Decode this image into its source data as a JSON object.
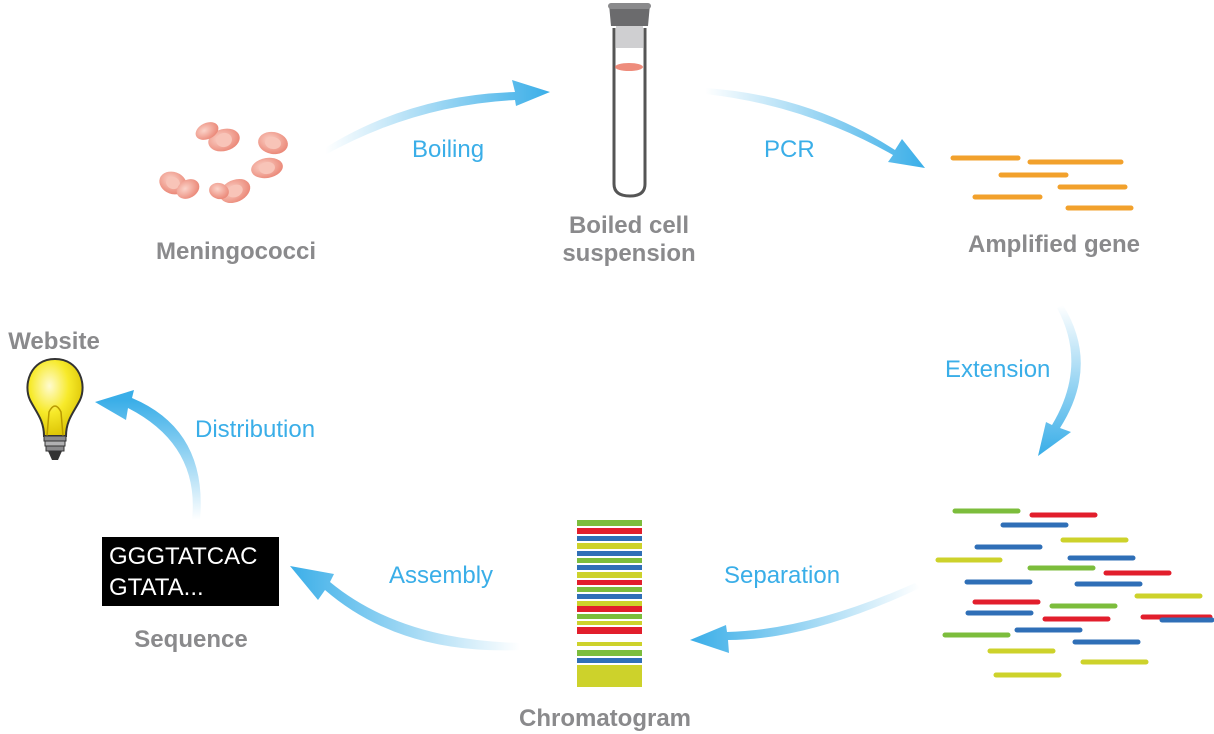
{
  "nodes": {
    "meningococci": "Meningococci",
    "boiled_cell_suspension": [
      "Boiled cell",
      "suspension"
    ],
    "amplified_gene": "Amplified gene",
    "chromatogram": "Chromatogram",
    "sequence": "Sequence",
    "website": "Website"
  },
  "steps": {
    "boiling": "Boiling",
    "pcr": "PCR",
    "extension": "Extension",
    "separation": "Separation",
    "assembly": "Assembly",
    "distribution": "Distribution"
  },
  "sequence_text": [
    "GGGTATCAC",
    "GTATA..."
  ],
  "colors": {
    "arrow": "#3aaee8",
    "label_text": "#8a8a8c",
    "cell": "#ee8c7c",
    "pcr_fragment": "#f2a12c",
    "dna_green": "#7cbd3c",
    "dna_red": "#e21e2c",
    "dna_blue": "#2f6fb7",
    "dna_yellow": "#cdd22b",
    "bulb": "#f6e61a"
  },
  "icons": [
    "cell-icon",
    "test-tube-icon",
    "gene-fragment-icon",
    "dna-fragment-icon",
    "chromatogram-icon",
    "light-bulb-icon"
  ]
}
